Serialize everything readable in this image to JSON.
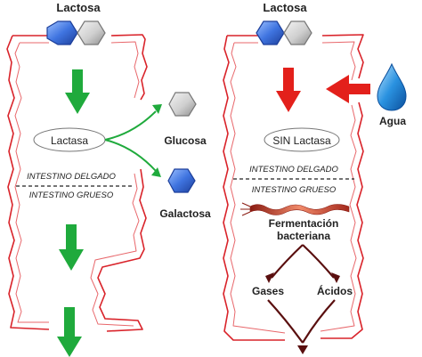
{
  "left_panel": {
    "top_label": "Lactosa",
    "enzyme_label": "Lactasa",
    "product_1": "Glucosa",
    "product_2": "Galactosa",
    "upper_region": "INTESTINO DELGADO",
    "lower_region": "INTESTINO GRUESO"
  },
  "right_panel": {
    "top_label": "Lactosa",
    "enzyme_label": "SIN Lactasa",
    "water_label": "Agua",
    "upper_region": "INTESTINO DELGADO",
    "lower_region": "INTESTINO GRUESO",
    "process_label_line1": "Fermentación",
    "process_label_line2": "bacteriana",
    "output_1": "Gases",
    "output_2": "Ácidos"
  },
  "colors": {
    "intestine_wall": "#d9232a",
    "green_arrow": "#1faa3c",
    "red_arrow": "#e3201b",
    "dark_red_arrow": "#5a0f0f",
    "glucose_hex": "#cfcfcf",
    "galactose_hex": "#3a6fd8",
    "water_drop": "#1e88d8"
  }
}
